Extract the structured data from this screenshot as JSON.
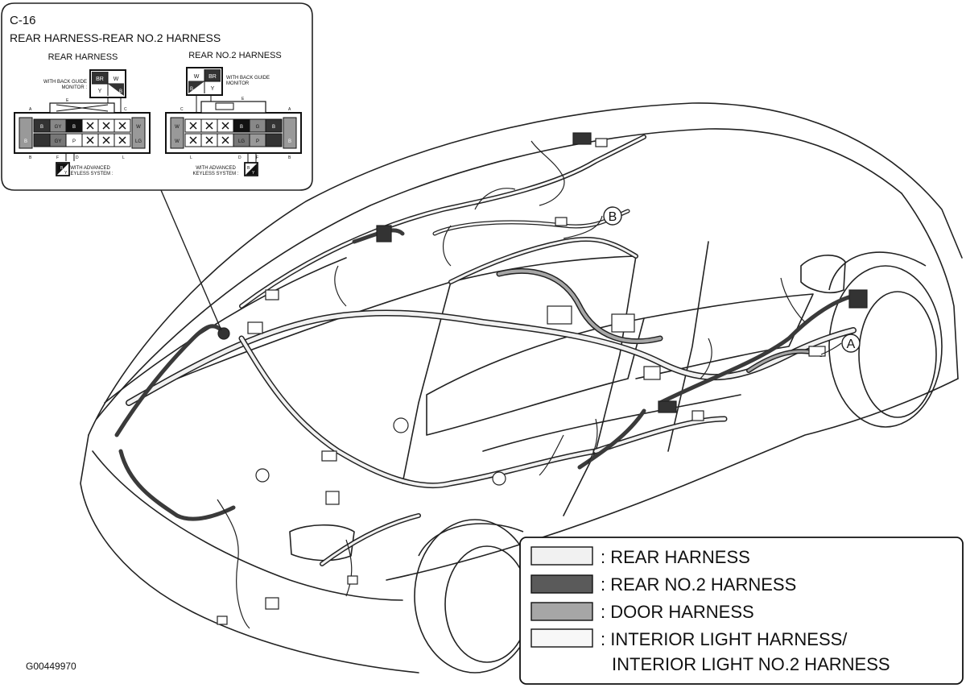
{
  "connector_inset": {
    "code": "C-16",
    "title": "REAR HARNESS-REAR NO.2 HARNESS",
    "left_connector": {
      "caption": "REAR HARNESS",
      "back_guide_note": [
        "WITH BACK GUIDE",
        "MONITOR :"
      ],
      "back_guide_pins": [
        "BR",
        "W",
        "Y",
        "B"
      ],
      "keyless_note": [
        "WITH ADVANCED",
        "KEYLESS SYSTEM :"
      ],
      "keyless_pins": [
        "B",
        "Y"
      ],
      "top_letters": [
        "A",
        "E",
        "C"
      ],
      "bottom_letters": [
        "B",
        "F",
        "D",
        "L"
      ],
      "pins": [
        "B",
        "GY",
        "B",
        "W",
        "B",
        "GY",
        "P",
        "LG"
      ]
    },
    "right_connector": {
      "caption": "REAR NO.2 HARNESS",
      "back_guide_note": [
        "WITH BACK GUIDE",
        "MONITOR"
      ],
      "back_guide_pins": [
        "W",
        "BR",
        "B",
        "Y"
      ],
      "keyless_note": [
        "WITH ADVANCED",
        "KEYLESS SYSTEM :"
      ],
      "keyless_pins": [
        "B",
        "Y"
      ],
      "top_letters": [
        "C",
        "E",
        "A"
      ],
      "bottom_letters": [
        "L",
        "D",
        "F",
        "B"
      ],
      "pins": [
        "W",
        "B",
        "W",
        "LG",
        "P",
        "B",
        "G",
        "B"
      ]
    }
  },
  "callouts": {
    "a": "A",
    "b": "B"
  },
  "legend": {
    "items": [
      {
        "label": ": REAR HARNESS",
        "swatch": "#f1f1f1"
      },
      {
        "label": ": REAR NO.2 HARNESS",
        "swatch": "#5a5a5a"
      },
      {
        "label": ": DOOR HARNESS",
        "swatch": "#a6a6a6"
      },
      {
        "label": ": INTERIOR LIGHT HARNESS/",
        "swatch": "#f7f7f7"
      }
    ],
    "continuation": "INTERIOR LIGHT NO.2 HARNESS"
  },
  "figure_id": "G00449970",
  "colors": {
    "rear": "#f1f1f1",
    "rear_no2": "#4a4a4a",
    "door": "#a6a6a6",
    "line": "#111111"
  }
}
